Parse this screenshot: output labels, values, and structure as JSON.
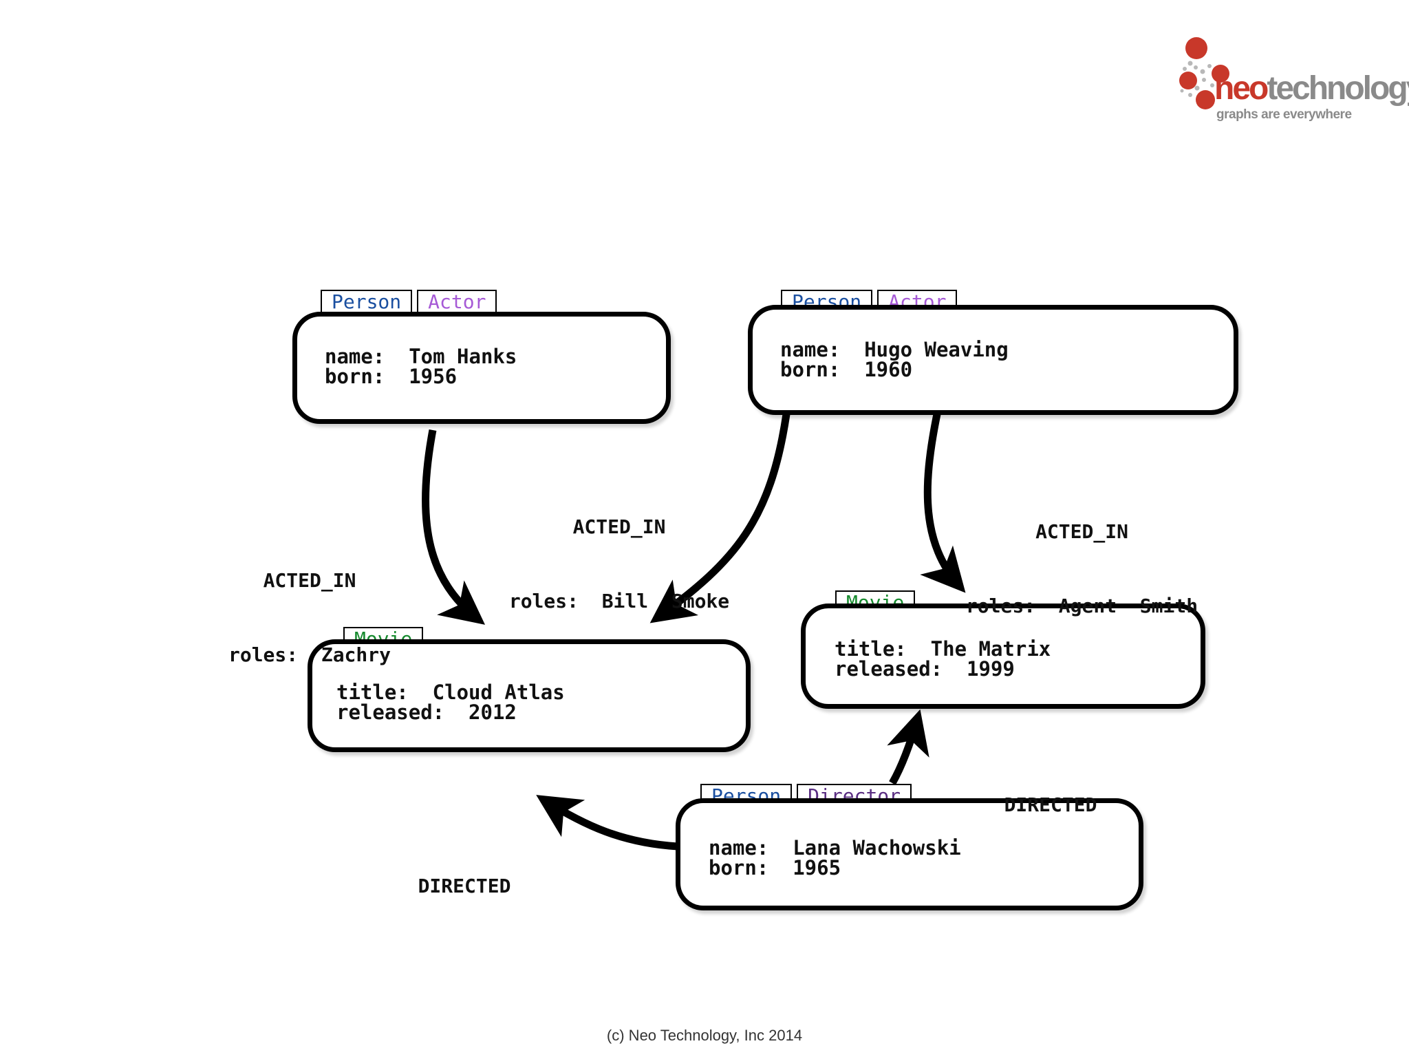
{
  "branding": {
    "logo_neo": "neo",
    "logo_technology": "technology",
    "logo_tagline": "graphs are everywhere",
    "colors": {
      "red": "#c8382a",
      "gray": "#8a8a8a"
    }
  },
  "label_colors": {
    "Person": "#1a4fa0",
    "Actor": "#a65ad6",
    "Movie": "#168a2e",
    "Director": "#5a2e82"
  },
  "nodes": {
    "tom_hanks": {
      "labels": [
        "Person",
        "Actor"
      ],
      "props": [
        "name:  Tom Hanks",
        "born:  1956"
      ]
    },
    "hugo_weaving": {
      "labels": [
        "Person",
        "Actor"
      ],
      "props": [
        "name:  Hugo Weaving",
        "born:  1960"
      ]
    },
    "cloud_atlas": {
      "labels": [
        "Movie"
      ],
      "props": [
        "title:  Cloud Atlas",
        "released:  2012"
      ]
    },
    "the_matrix": {
      "labels": [
        "Movie"
      ],
      "props": [
        "title:  The Matrix",
        "released:  1999"
      ]
    },
    "lana": {
      "labels": [
        "Person",
        "Director"
      ],
      "props": [
        "name:  Lana Wachowski",
        "born:  1965"
      ]
    }
  },
  "relationships": {
    "tom_cloud": {
      "type": "ACTED_IN",
      "props": "roles:  Zachry"
    },
    "hugo_cloud": {
      "type": "ACTED_IN",
      "props": "roles:  Bill  Smoke"
    },
    "hugo_matrix": {
      "type": "ACTED_IN",
      "props": "roles:  Agent  Smith"
    },
    "lana_cloud": {
      "type": "DIRECTED"
    },
    "lana_matrix": {
      "type": "DIRECTED"
    }
  },
  "footer": "(c) Neo Technology, Inc 2014"
}
